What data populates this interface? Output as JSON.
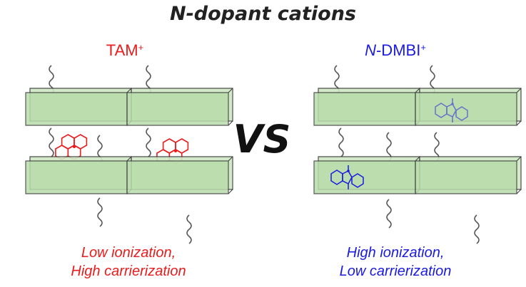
{
  "title": "N-dopant cations",
  "left": {
    "label_main": "TAM",
    "label_sup": "+",
    "caption_line1": "Low ionization,",
    "caption_line2": "High carrierization",
    "color": "#e81c1c"
  },
  "right": {
    "label_italic": "N",
    "label_main": "-DMBI",
    "label_sup": "+",
    "caption_line1": "High ionization,",
    "caption_line2": "Low carrierization",
    "color": "#1a1ae0"
  },
  "vs_text": "VS",
  "colors": {
    "slab_fill": "#c8e4bc",
    "slab_edge": "#333333",
    "chain": "#555555"
  }
}
